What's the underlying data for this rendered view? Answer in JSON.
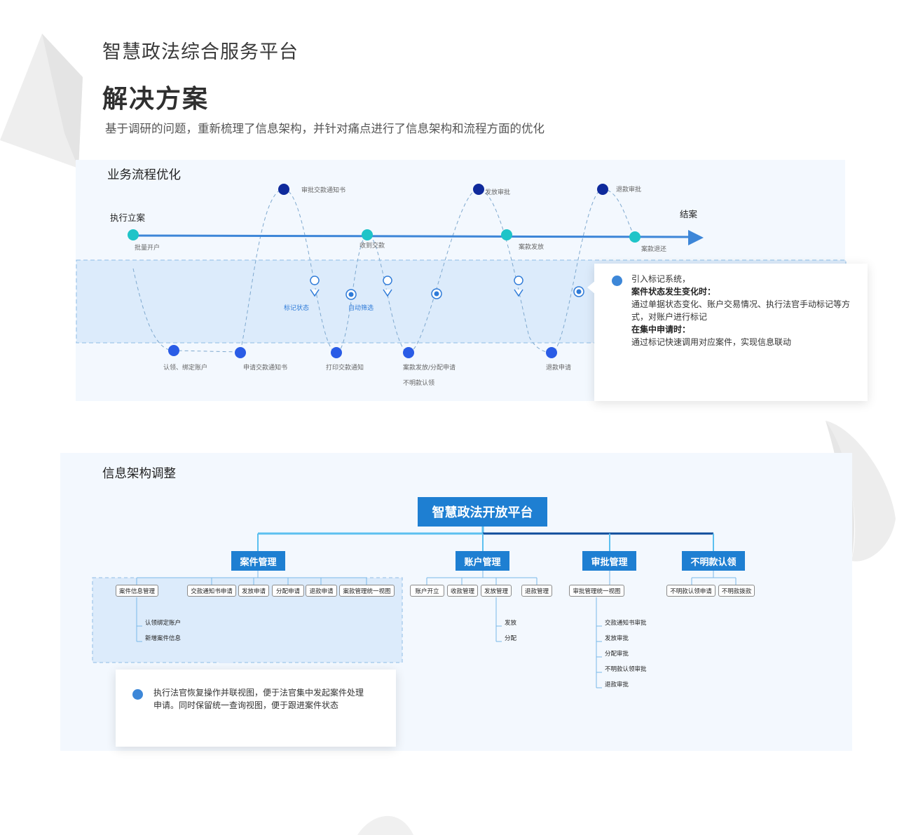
{
  "header": {
    "subtitle": "智慧政法综合服务平台",
    "title": "解决方案",
    "description": "基于调研的问题，重新梳理了信息架构，并针对痛点进行了信息架构和流程方面的优化"
  },
  "flow": {
    "title": "业务流程优化",
    "start": "执行立案",
    "end": "结案",
    "main_nodes": [
      "批量开户",
      "收到交款",
      "案款发放",
      "案款退还"
    ],
    "top_nodes": [
      "审批交款通知书",
      "发放审批",
      "退款审批"
    ],
    "bottom_nodes": [
      "认领、绑定账户",
      "申请交款通知书",
      "打印交款通知",
      "案款发放/分配申请",
      "退款申请"
    ],
    "bottom_extra": "不明款认领",
    "marker_labels": [
      "标记状态",
      "自动筛选"
    ],
    "note": {
      "line1": "引入标记系统，",
      "heading1": "案件状态发生变化时：",
      "body1": "通过单据状态变化、账户交易情况、执行法官手动标记等方式，对账户进行标记",
      "heading2": "在集中申请时：",
      "body2": "通过标记快速调用对应案件，实现信息联动"
    },
    "colors": {
      "main_node": "#1fc4c8",
      "top_node": "#0f2a9c",
      "bottom_node": "#2a5ce6",
      "arrow": "#3d86d8"
    }
  },
  "arch": {
    "title": "信息架构调整",
    "root": "智慧政法开放平台",
    "groups": [
      {
        "name": "案件管理",
        "leaves": [
          "案件信息管理",
          "交款通知书申请",
          "发放申请",
          "分配申请",
          "退款申请",
          "案款管理统一视图"
        ],
        "subs": [
          "认领绑定账户",
          "新增案件信息"
        ]
      },
      {
        "name": "账户管理",
        "leaves": [
          "账户开立",
          "收款管理",
          "发放管理",
          "退款管理"
        ],
        "subs": [
          "发放",
          "分配"
        ]
      },
      {
        "name": "审批管理",
        "leaves": [
          "审批管理统一视图"
        ],
        "subs": [
          "交款通知书审批",
          "发放审批",
          "分配审批",
          "不明款认领审批",
          "退款审批"
        ]
      },
      {
        "name": "不明款认领",
        "leaves": [
          "不明款认领申请",
          "不明款拨款"
        ],
        "subs": []
      }
    ],
    "note": "执行法官恢复操作并联视图，便于法官集中发起案件处理申请。同时保留统一查询视图，便于跟进案件状态",
    "colors": {
      "primary": "#1e7fd2",
      "connector_light": "#5bc0f0",
      "connector_dark": "#0f4d9c"
    }
  }
}
